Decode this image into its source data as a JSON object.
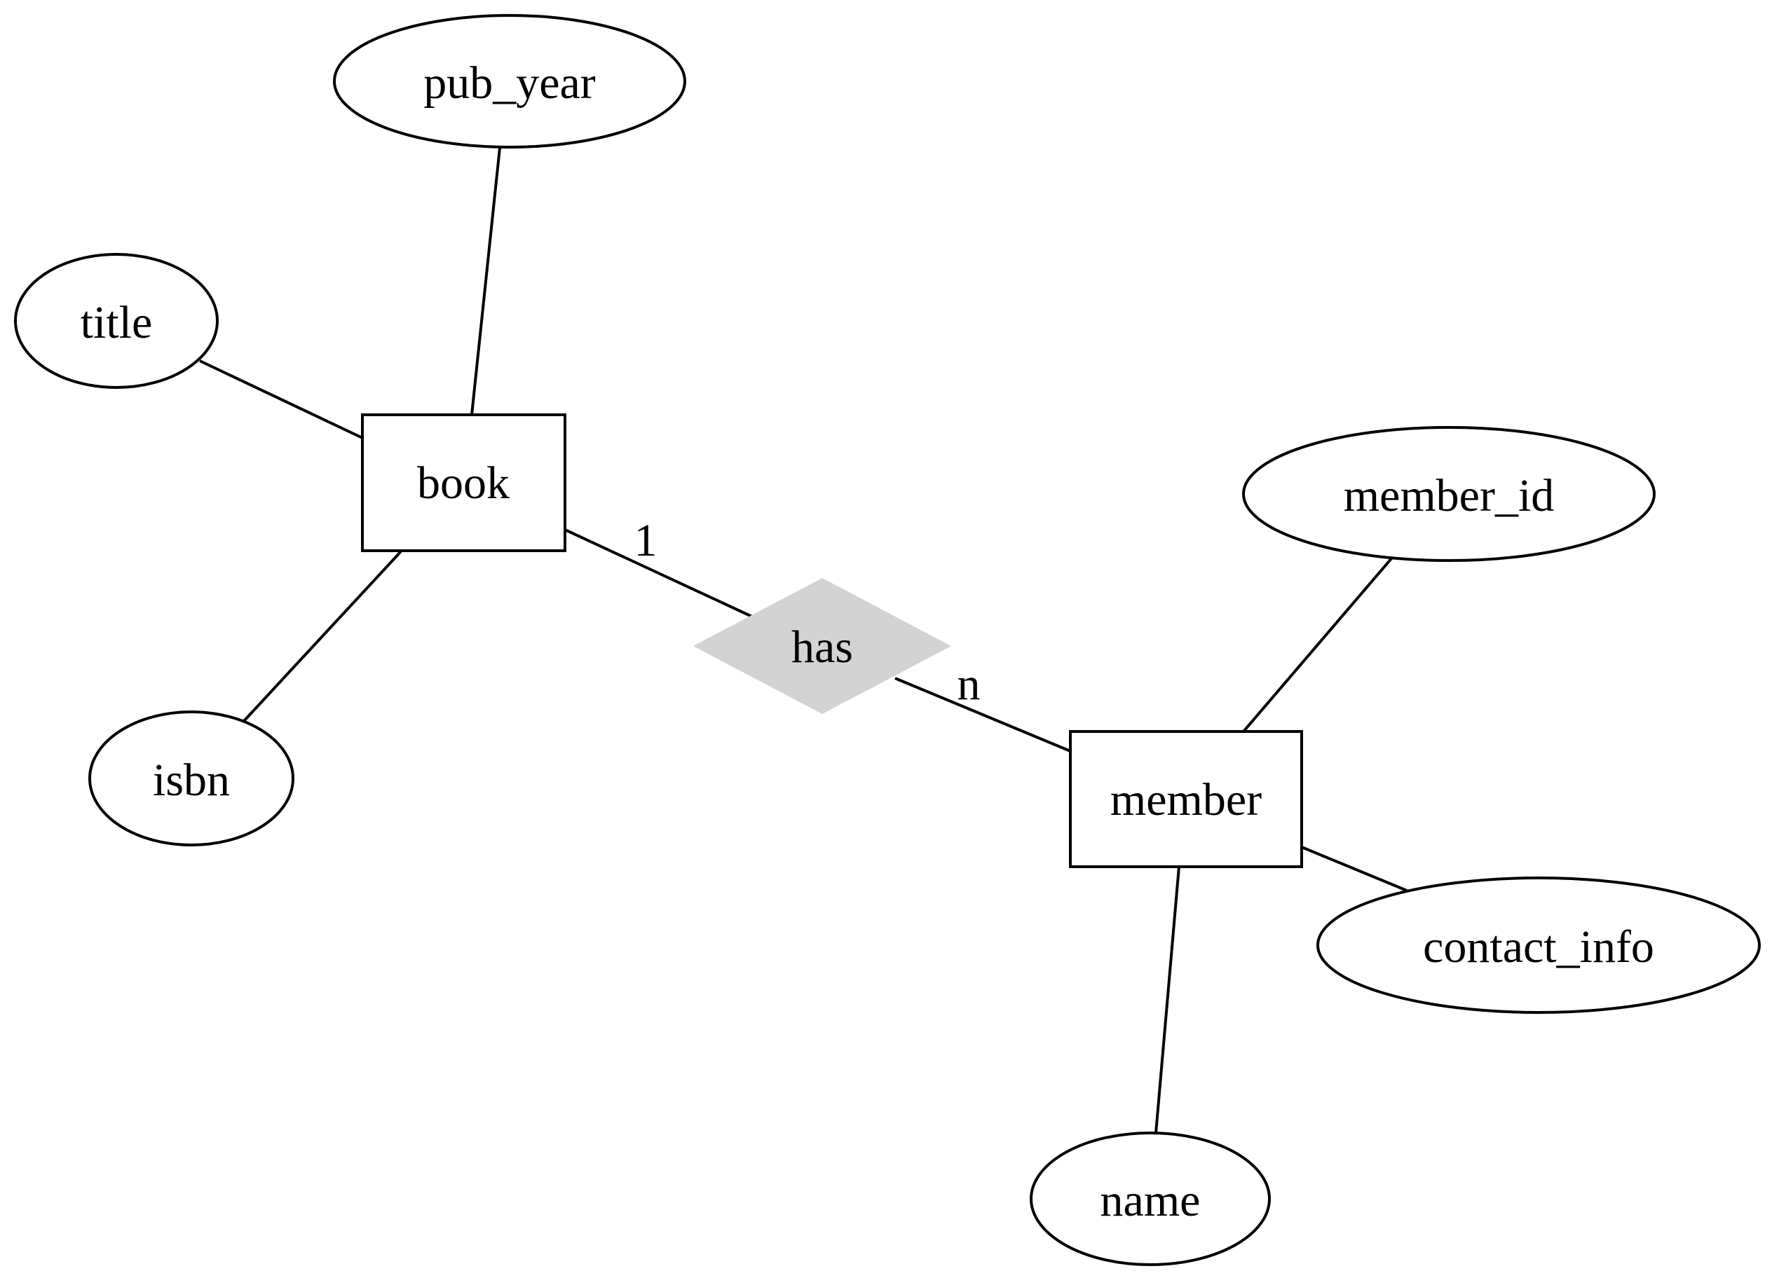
{
  "diagram": {
    "type": "entity-relationship",
    "entities": [
      {
        "id": "book",
        "label": "book"
      },
      {
        "id": "member",
        "label": "member"
      }
    ],
    "relationships": [
      {
        "id": "has",
        "label": "has",
        "fill": "#d3d3d3"
      }
    ],
    "attributes": [
      {
        "id": "pub_year",
        "label": "pub_year",
        "of": "book"
      },
      {
        "id": "title",
        "label": "title",
        "of": "book"
      },
      {
        "id": "isbn",
        "label": "isbn",
        "of": "book"
      },
      {
        "id": "member_id",
        "label": "member_id",
        "of": "member"
      },
      {
        "id": "contact_info",
        "label": "contact_info",
        "of": "member"
      },
      {
        "id": "name",
        "label": "name",
        "of": "member"
      }
    ],
    "links": [
      {
        "from": "book",
        "to": "has",
        "cardinality": "1"
      },
      {
        "from": "has",
        "to": "member",
        "cardinality": "n"
      }
    ]
  }
}
